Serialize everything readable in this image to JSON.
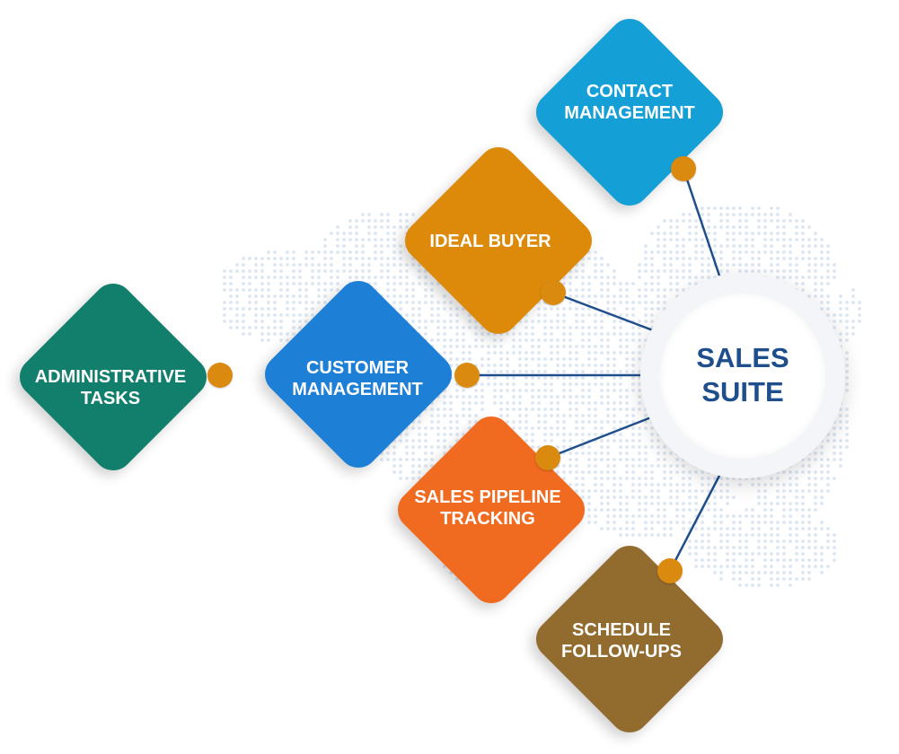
{
  "hub": {
    "line1": "SALES",
    "line2": "SUITE",
    "text_color": "#1F4E8C"
  },
  "nodes": [
    {
      "id": "contact-management",
      "line1": "CONTACT",
      "line2": "MANAGEMENT",
      "color": "#149FD6"
    },
    {
      "id": "ideal-buyer",
      "line1": "IDEAL BUYER",
      "line2": "",
      "color": "#DD8A0A"
    },
    {
      "id": "customer-management",
      "line1": "CUSTOMER",
      "line2": "MANAGEMENT",
      "color": "#1E7FD6"
    },
    {
      "id": "administrative-tasks",
      "line1": "ADMINISTRATIVE",
      "line2": "TASKS",
      "color": "#127E6C"
    },
    {
      "id": "sales-pipeline-tracking",
      "line1": "SALES PIPELINE",
      "line2": "TRACKING",
      "color": "#F06A20"
    },
    {
      "id": "schedule-follow-ups",
      "line1": "SCHEDULE",
      "line2": "FOLLOW-UPS",
      "color": "#926B2E"
    }
  ],
  "connector_dot_color": "#D98A0F",
  "line_color": "#1F4E8C",
  "background_map_dot_color": "#DCE6F2"
}
